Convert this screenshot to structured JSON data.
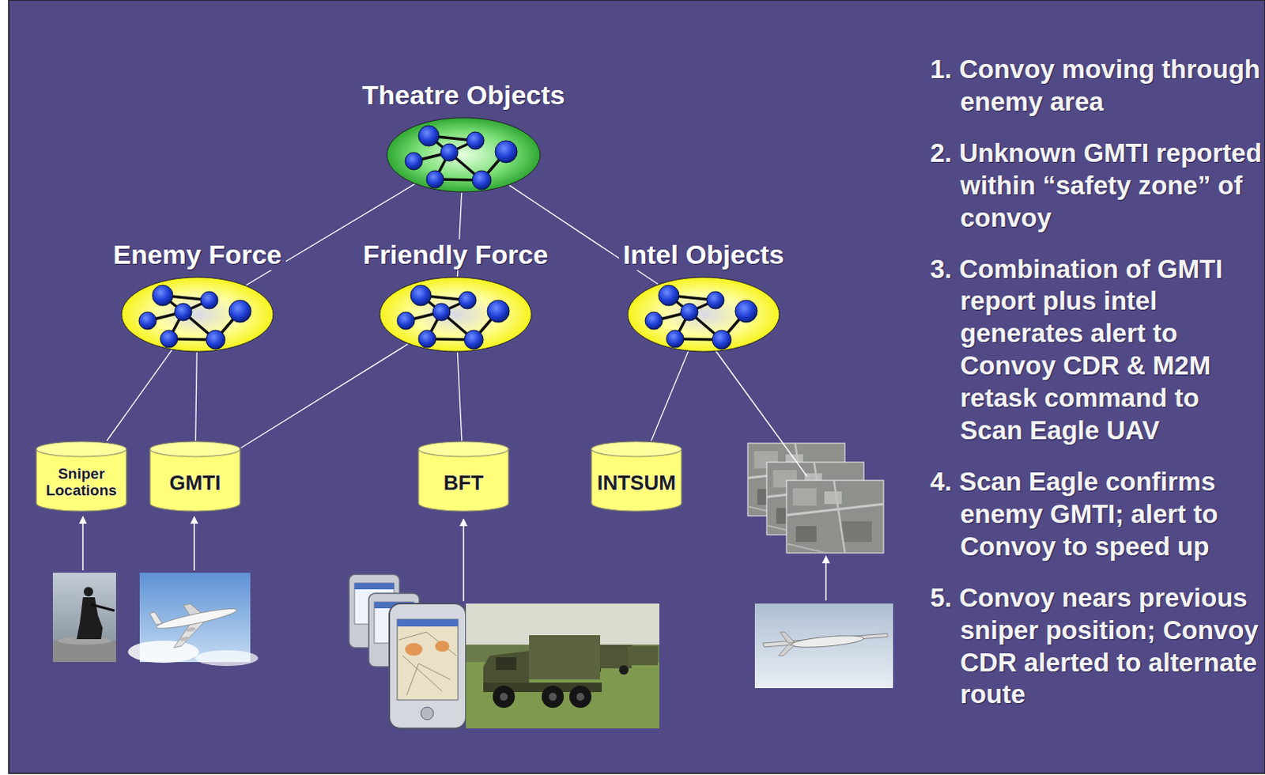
{
  "diagram": {
    "nodes": [
      {
        "text": [
          "Theatre Objects"
        ]
      },
      {
        "text": [
          "Enemy Force"
        ]
      },
      {
        "text": [
          "Friendly Force"
        ]
      },
      {
        "text": [
          "Intel Objects"
        ]
      },
      {
        "text": [
          "Sniper Locations"
        ]
      },
      {
        "text": [
          "GMTI"
        ]
      },
      {
        "text": [
          "BFT"
        ]
      },
      {
        "text": [
          "INTSUM"
        ]
      }
    ],
    "edges": [
      {
        "from": 0,
        "to": 1,
        "arrow": "none"
      },
      {
        "from": 0,
        "to": 2,
        "arrow": "none"
      },
      {
        "from": 0,
        "to": 3,
        "arrow": "none"
      },
      {
        "from": 1,
        "to": 4,
        "arrow": "none"
      },
      {
        "from": 1,
        "to": 5,
        "arrow": "none"
      },
      {
        "from": 2,
        "to": 5,
        "arrow": "none"
      },
      {
        "from": 2,
        "to": 6,
        "arrow": "none"
      },
      {
        "from": 3,
        "to": 7,
        "arrow": "none"
      }
    ],
    "labels": [
      "1. Convoy moving through enemy area",
      "2. Unknown GMTI reported within “safety zone” of convoy",
      "3. Combination of GMTI report plus intel generates alert to Convoy CDR & M2M retask command to Scan Eagle UAV",
      "4. Scan Eagle confirms enemy GMTI; alert to Convoy to speed up",
      "5. Convoy nears previous sniper position; Convoy CDR alerted to alternate route"
    ]
  }
}
